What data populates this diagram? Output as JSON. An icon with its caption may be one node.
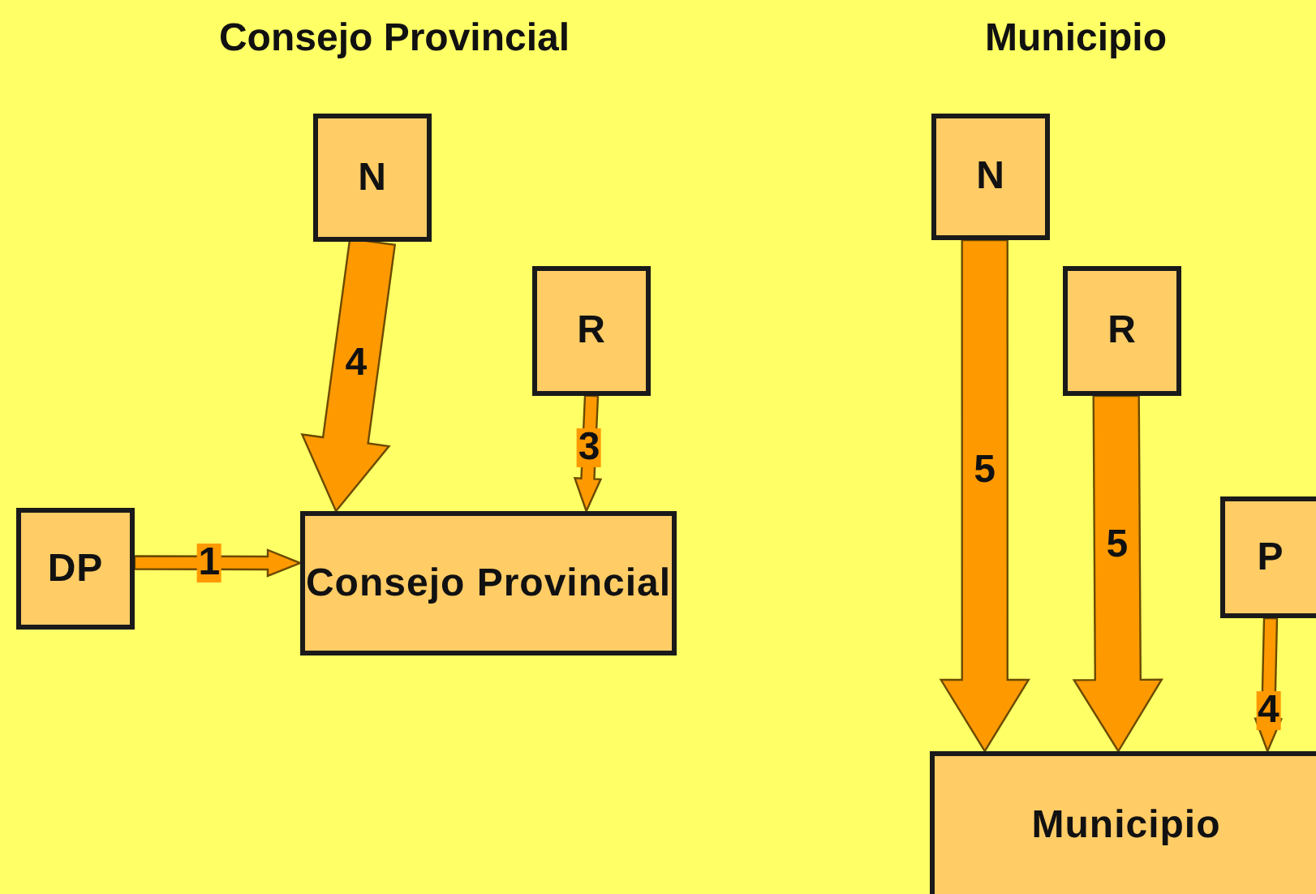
{
  "diagram": {
    "nodes": [
      {
        "text": [
          "N"
        ]
      },
      {
        "text": [
          "R"
        ]
      },
      {
        "text": [
          "DP"
        ]
      },
      {
        "text": [
          "Consejo Provincial"
        ]
      },
      {
        "text": [
          "N"
        ]
      },
      {
        "text": [
          "R"
        ]
      },
      {
        "text": [
          "P"
        ]
      },
      {
        "text": [
          "Municipio"
        ]
      }
    ],
    "edges": [
      {
        "from": 0,
        "to": 3,
        "arrow": "to",
        "label": "4",
        "style": "thick"
      },
      {
        "from": 1,
        "to": 3,
        "arrow": "to",
        "label": "3"
      },
      {
        "from": 2,
        "to": 3,
        "arrow": "to",
        "label": "1"
      },
      {
        "from": 4,
        "to": 7,
        "arrow": "to",
        "label": "5",
        "style": "thick"
      },
      {
        "from": 5,
        "to": 7,
        "arrow": "to",
        "label": "5",
        "style": "thick"
      },
      {
        "from": 6,
        "to": 7,
        "arrow": "to",
        "label": "4"
      }
    ],
    "labels": [
      "Consejo Provincial",
      "Municipio"
    ]
  }
}
